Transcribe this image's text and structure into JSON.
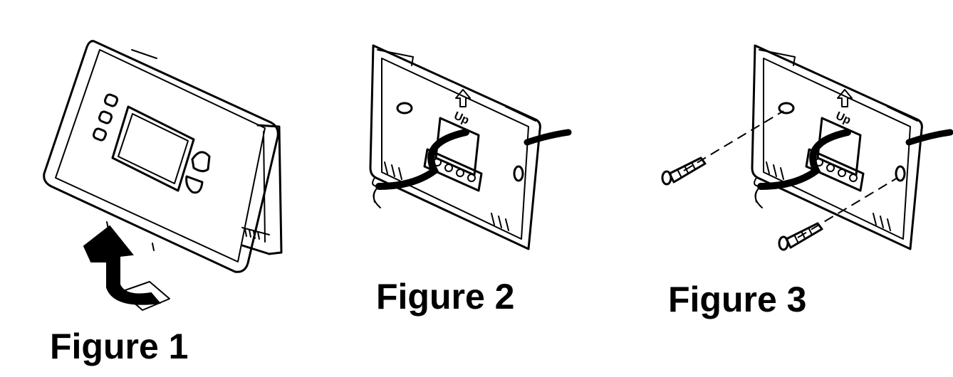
{
  "figures": [
    {
      "caption": "Figure 1",
      "step": "remove thermostat from wallplate",
      "arrow": "lift-arrow"
    },
    {
      "caption": "Figure 2",
      "step": "wallplate with wires pulled through",
      "mark": "Up"
    },
    {
      "caption": "Figure 3",
      "step": "mount wallplate with screws",
      "mark": "Up"
    }
  ],
  "colors": {
    "ink": "#000000",
    "paper": "#ffffff"
  }
}
